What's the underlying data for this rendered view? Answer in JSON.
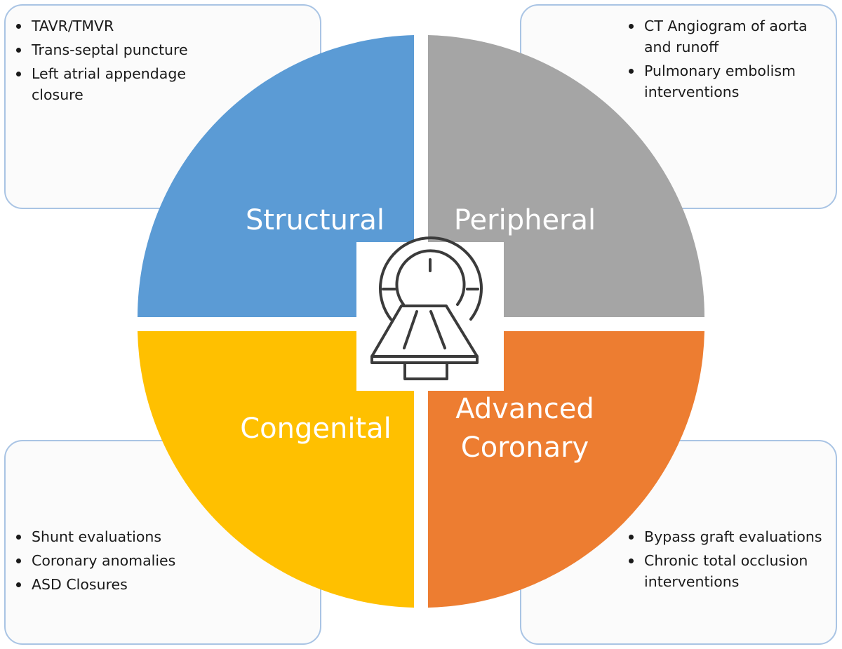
{
  "quadrants": {
    "structural": {
      "label": "Structural",
      "color": "#5b9bd5",
      "items": [
        "TAVR/TMVR",
        "Trans-septal puncture",
        "Left atrial appendage closure"
      ]
    },
    "peripheral": {
      "label": "Peripheral",
      "color": "#a5a5a5",
      "items": [
        "CT Angiogram of aorta and runoff",
        "Pulmonary embolism interventions"
      ]
    },
    "congenital": {
      "label": "Congenital",
      "color": "#ffc000",
      "items": [
        "Shunt evaluations",
        "Coronary anomalies",
        "ASD Closures"
      ]
    },
    "advanced_coronary": {
      "label_line1": "Advanced",
      "label_line2": "Coronary",
      "color": "#ed7d31",
      "items": [
        "Bypass graft evaluations",
        "Chronic total occlusion interventions"
      ]
    }
  },
  "center_icon": "ct-scanner-icon",
  "box_border_color": "#a9c4e4"
}
